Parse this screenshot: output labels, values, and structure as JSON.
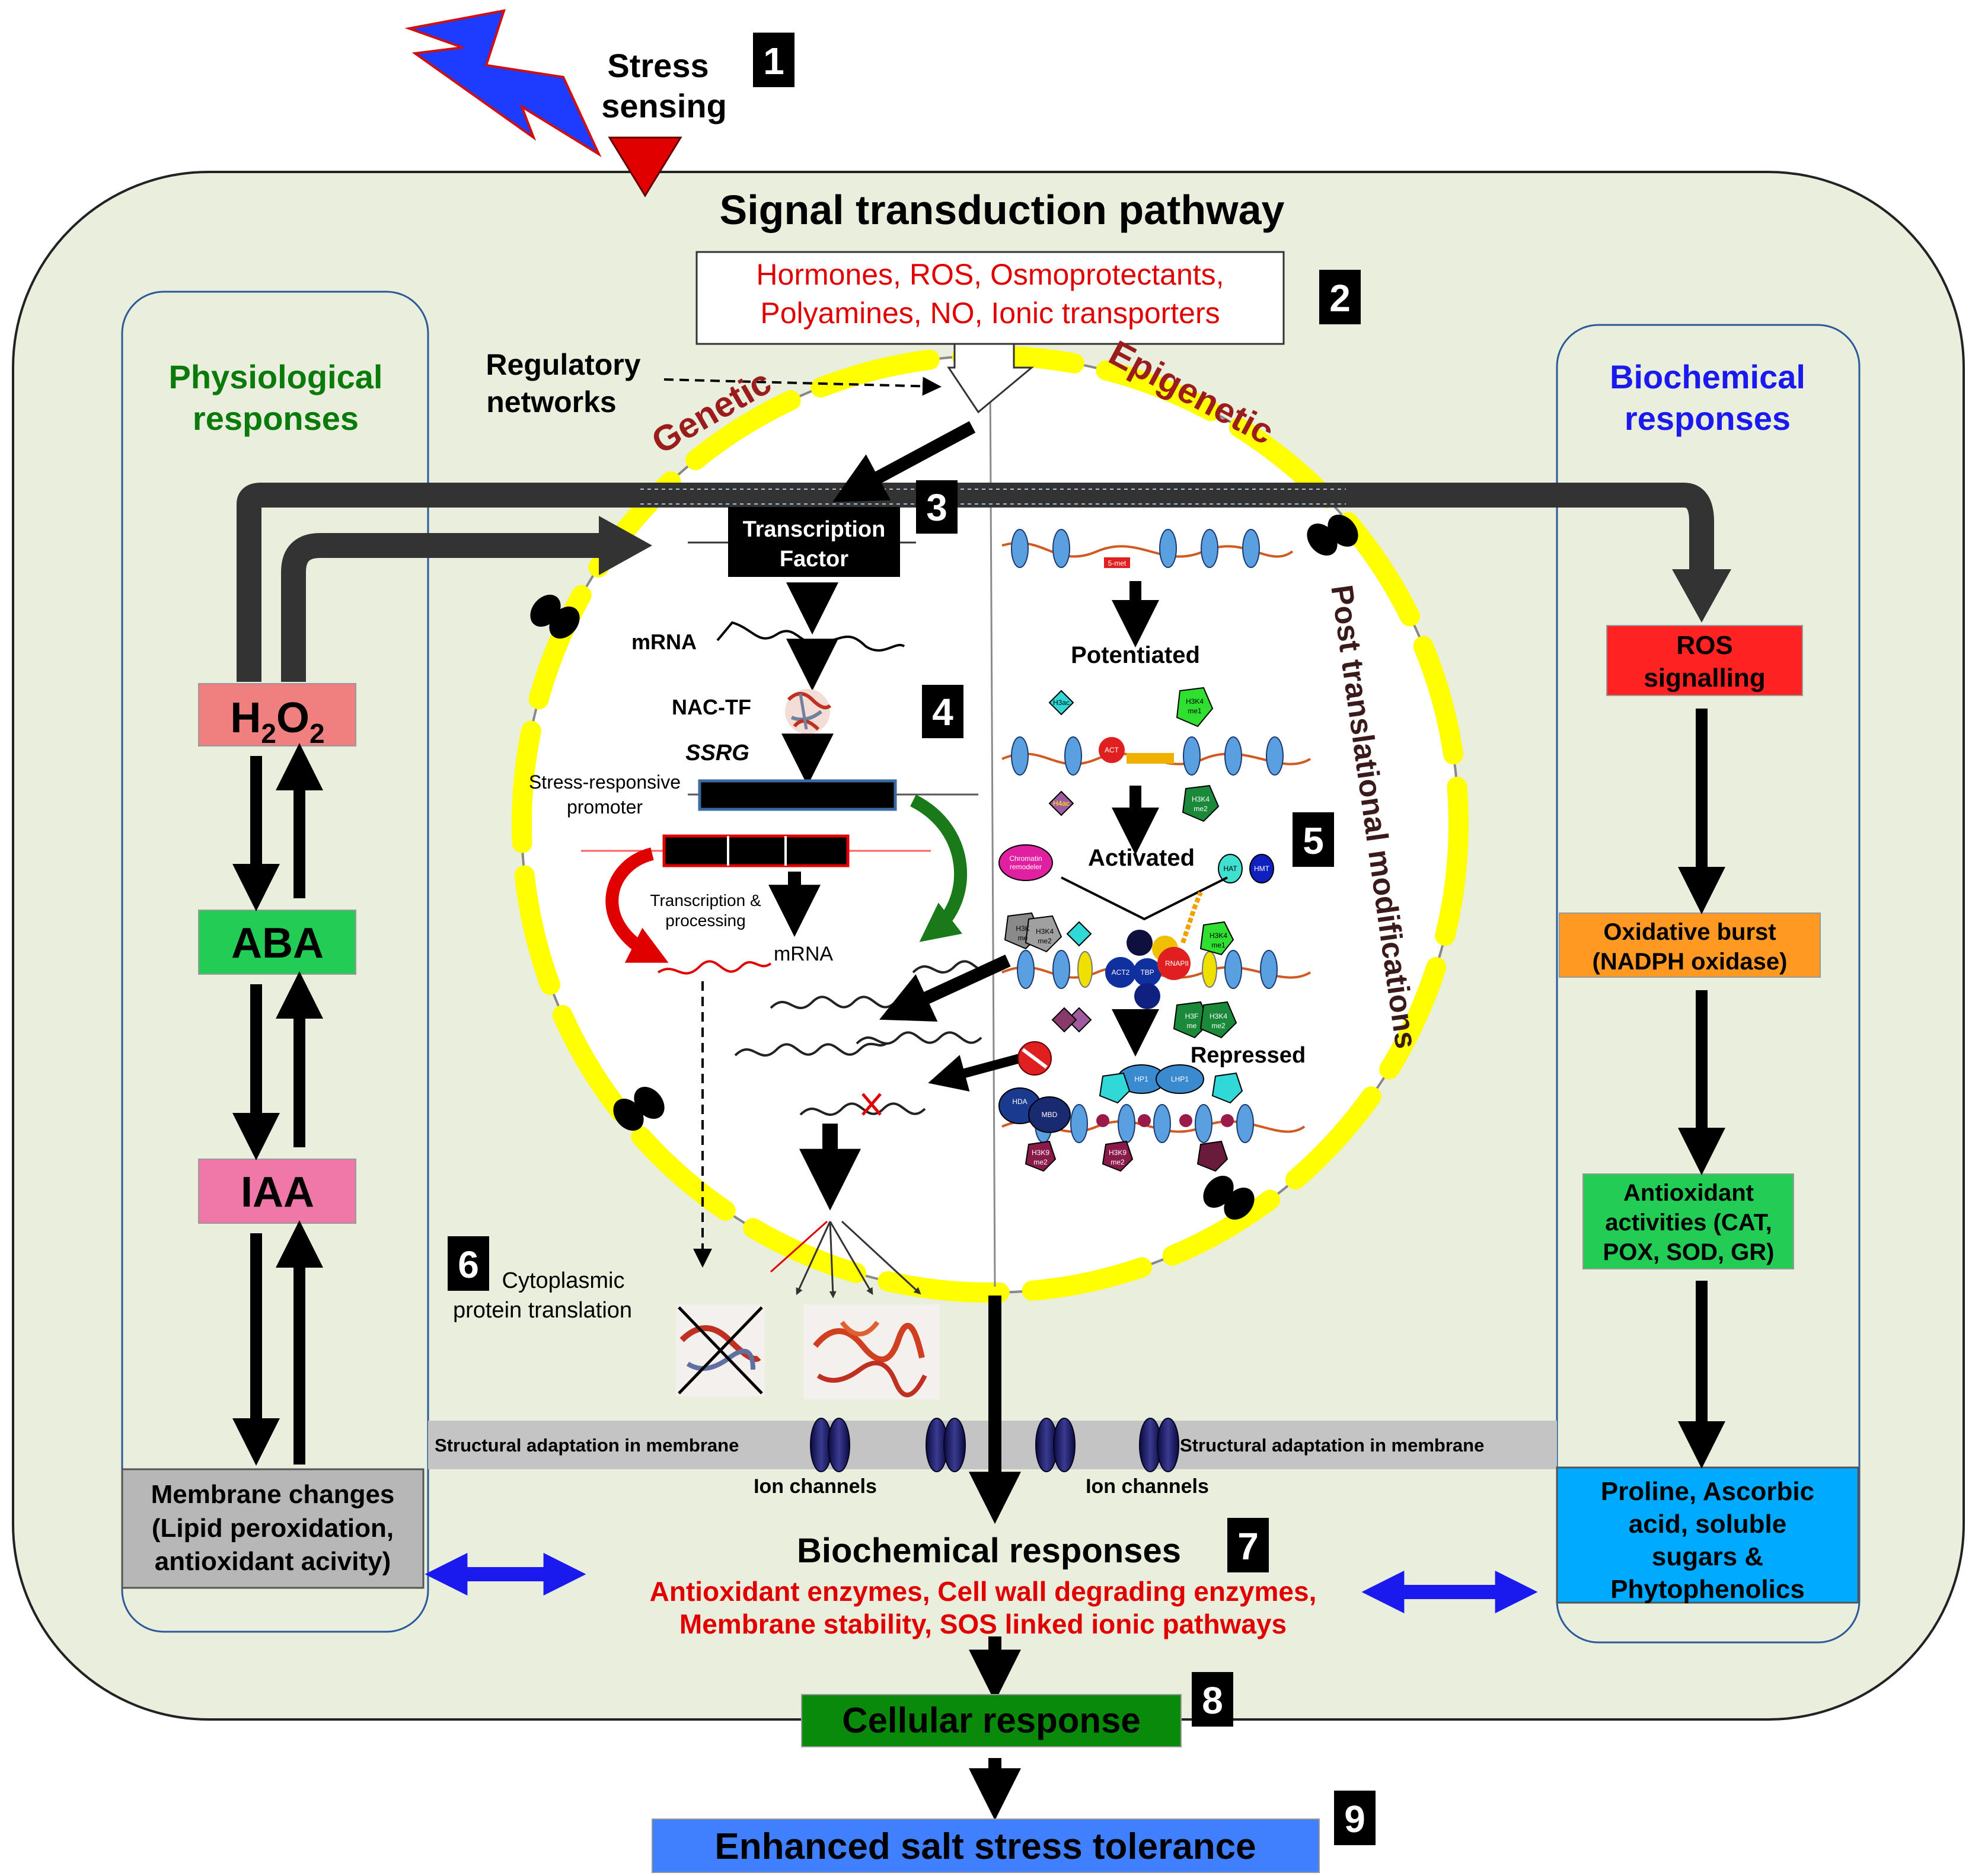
{
  "header": {
    "stress_sensing": [
      "Stress",
      "sensing"
    ],
    "title": "Signal transduction pathway"
  },
  "signals": {
    "line1": "Hormones, ROS, Osmoprotectants,",
    "line2": "Polyamines, NO, Ionic transporters"
  },
  "regulatory": [
    "Regulatory",
    "networks"
  ],
  "arc_labels": {
    "genetic": "Genetic",
    "epigenetic": "Epigenetic",
    "post_translational": "Post translational modifications"
  },
  "physiological": {
    "title": [
      "Physiological",
      "responses"
    ],
    "h2o2": {
      "base1": "H",
      "sub1": "2",
      "base2": "O",
      "sub2": "2"
    },
    "aba": "ABA",
    "iaa": "IAA",
    "membrane_box": [
      "Membrane changes",
      "(Lipid peroxidation,",
      "antioxidant acivity)"
    ]
  },
  "biochemical_side": {
    "title": [
      "Biochemical",
      "responses"
    ],
    "ros": [
      "ROS",
      "signalling"
    ],
    "oxidative": [
      "Oxidative burst",
      "(NADPH oxidase)"
    ],
    "antioxidant": [
      "Antioxidant",
      "activities (CAT,",
      "POX, SOD, GR)"
    ],
    "proline": [
      "Proline, Ascorbic",
      "acid, soluble",
      "sugars &",
      "Phytophenolics"
    ]
  },
  "genetic_side": {
    "tf": [
      "Transcription",
      "Factor"
    ],
    "mrna1": "mRNA",
    "nac": "NAC-TF",
    "ssrg": "SSRG",
    "promoter": [
      "Stress-responsive",
      "promoter"
    ],
    "trans_proc": [
      "Transcription &",
      "processing"
    ],
    "mrna2": "mRNA",
    "cytoplasmic": [
      "Cytoplasmic",
      "protein translation"
    ]
  },
  "epigenetic_side": {
    "potentiated": "Potentiated",
    "activated": "Activated",
    "repressed": "Repressed",
    "marks": {
      "smet": "5-met",
      "h3k4me1": [
        "H3K4",
        "me1"
      ],
      "h3k4me2": [
        "H3K4",
        "me2"
      ],
      "h3k27": [
        "H3K",
        "me"
      ],
      "h3k4b": [
        "H3K4",
        "me2"
      ],
      "chromatin_remodeler": [
        "Chromatin",
        "remodeler"
      ],
      "hat": "HAT",
      "hmt": "HMT",
      "act": "ACT",
      "act2": "ACT2",
      "tbp": "TBP",
      "rnap": "RNAPII",
      "h3f": [
        "H3F",
        "me"
      ],
      "hp1": "HP1",
      "lhp1": "LHP1",
      "hda": "HDA",
      "mbd": "MBD",
      "h3k9": [
        "H3K9",
        "me2"
      ],
      "h4ac": "H4ac",
      "h3ac": "H3ac"
    }
  },
  "membrane": {
    "structural_left": "Structural adaptation in membrane",
    "structural_right": "Structural adaptation in membrane",
    "ion_left": "Ion channels",
    "ion_right": "Ion channels"
  },
  "bottom": {
    "biochem_title": "Biochemical responses",
    "biochem_line1": "Antioxidant enzymes, Cell wall degrading enzymes,",
    "biochem_line2": "Membrane stability, SOS linked ionic pathways",
    "cellular": "Cellular response",
    "enhanced": "Enhanced salt stress tolerance"
  },
  "steps": [
    "1",
    "2",
    "3",
    "4",
    "5",
    "6",
    "7",
    "8",
    "9"
  ],
  "colors": {
    "cell_fill": "#e9eedd",
    "nucleus_ring": "#ffff00",
    "red_text": "#e00000",
    "green_title": "#0a7a0a",
    "blue_title": "#1a1aee",
    "dark_red": "#9b1c1c",
    "h2o2": "#f08080",
    "aba": "#22cc55",
    "iaa": "#f078a8",
    "membrane_box": "#b7b7b7",
    "ros": "#ff2222",
    "oxidative": "#ff9922",
    "antioxidant": "#22cc55",
    "proline": "#00aaff",
    "cellular": "#0a8a0a",
    "enhanced": "#4080ff"
  }
}
